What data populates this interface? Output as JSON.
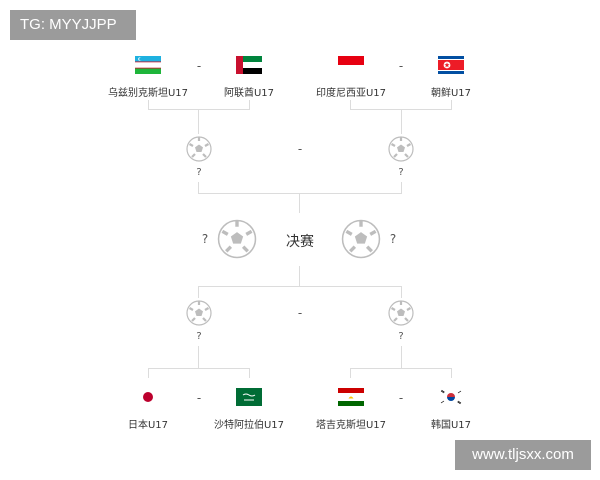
{
  "watermarks": {
    "top": "TG: MYYJJPP",
    "bottom": "www.tljsxx.com"
  },
  "bracket": {
    "top_left_match": {
      "team_a": "乌兹别克斯坦U17",
      "team_b": "阿联酋U17",
      "separator": "-"
    },
    "top_right_match": {
      "team_a": "印度尼西亚U17",
      "team_b": "朝鲜U17",
      "separator": "-"
    },
    "top_semifinal": {
      "left_winner": "?",
      "right_winner": "?",
      "separator": "-"
    },
    "final": {
      "label": "决赛",
      "left_team": "?",
      "right_team": "?"
    },
    "bottom_semifinal": {
      "left_winner": "?",
      "right_winner": "?",
      "separator": "-"
    },
    "bottom_left_match": {
      "team_a": "日本U17",
      "team_b": "沙特阿拉伯U17",
      "separator": "-"
    },
    "bottom_right_match": {
      "team_a": "塔吉克斯坦U17",
      "team_b": "韩国U17",
      "separator": "-"
    }
  },
  "flags": {
    "uzbekistan": "uzbekistan-flag-icon",
    "uae": "uae-flag-icon",
    "indonesia": "indonesia-flag-icon",
    "north_korea": "north-korea-flag-icon",
    "japan": "japan-flag-icon",
    "saudi_arabia": "saudi-arabia-flag-icon",
    "tajikistan": "tajikistan-flag-icon",
    "south_korea": "south-korea-flag-icon"
  },
  "colors": {
    "line": "#dcdcdc",
    "ball": "#bdbdbd",
    "watermark_bg": "#9b9b9b"
  }
}
